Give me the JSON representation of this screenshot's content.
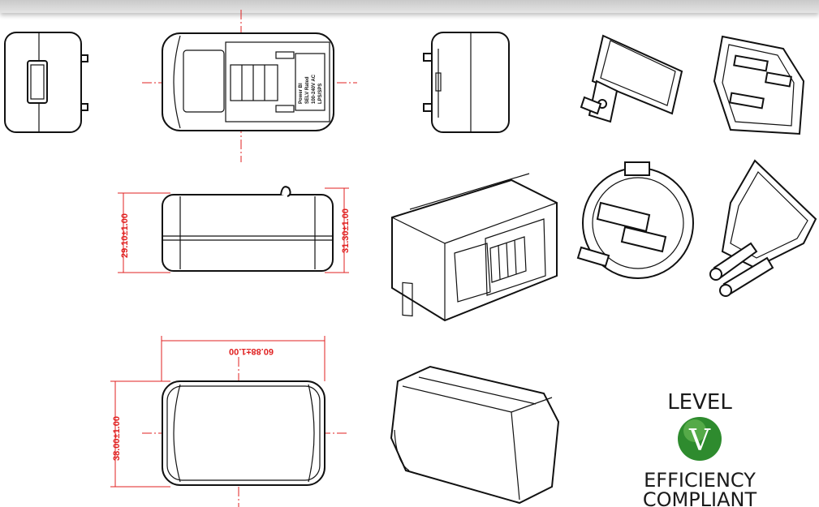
{
  "dimensions": {
    "height_plug_side": "29.10±1.00",
    "height_body": "31.30±1.00",
    "length": "60.88±1.00",
    "width": "38.00±1.00"
  },
  "label_lines": [
    "Power Bl",
    "SELV Rated",
    "100-240V AC",
    "LPS/SPS"
  ],
  "badge": {
    "top": "LEVEL",
    "symbol": "V",
    "line1": "EFFICIENCY",
    "line2": "COMPLIANT",
    "color": "#2e8b2e"
  }
}
